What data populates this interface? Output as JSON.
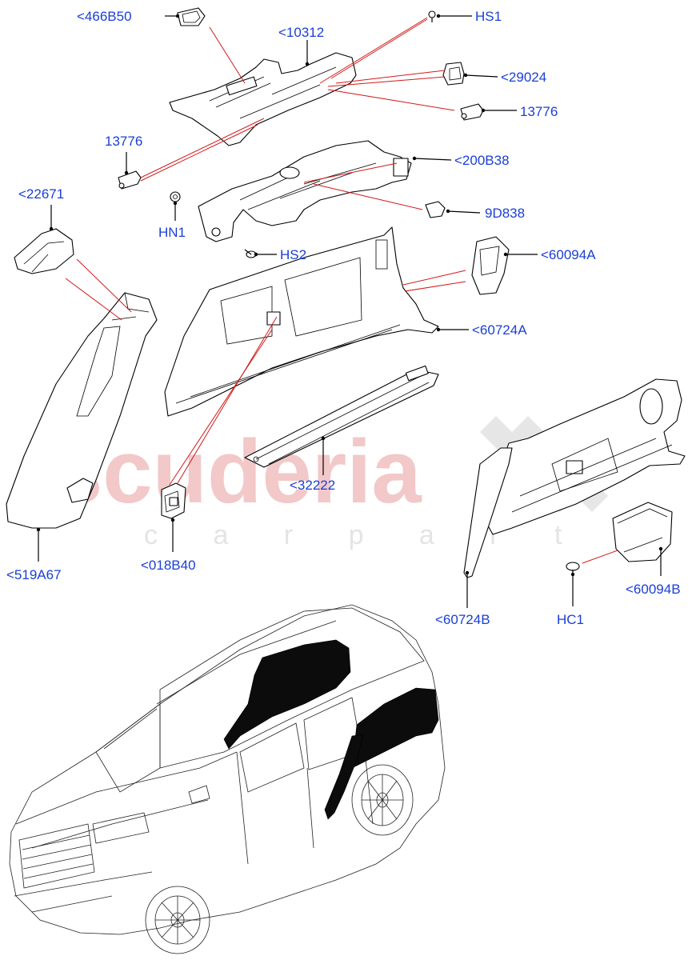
{
  "watermark": {
    "brand": "scuderia",
    "tagline": "c a r   p a r t s"
  },
  "labels": {
    "l_466B50": "<466B50",
    "l_10312": "<10312",
    "l_HS1": "HS1",
    "l_29024": "<29024",
    "l_13776_right": "13776",
    "l_13776_left": "13776",
    "l_200B38": "<200B38",
    "l_22671": "<22671",
    "l_HN1": "HN1",
    "l_9D838": "9D838",
    "l_HS2": "HS2",
    "l_60094A": "<60094A",
    "l_60724A": "<60724A",
    "l_32222": "<32222",
    "l_519A67": "<519A67",
    "l_018B40": "<018B40",
    "l_60724B": "<60724B",
    "l_HC1": "HC1",
    "l_60094B": "<60094B"
  },
  "colors": {
    "label": "#1a3fd6",
    "leader_red": "#d21a1a",
    "line": "#000000",
    "watermark": "#f2c8c8"
  }
}
